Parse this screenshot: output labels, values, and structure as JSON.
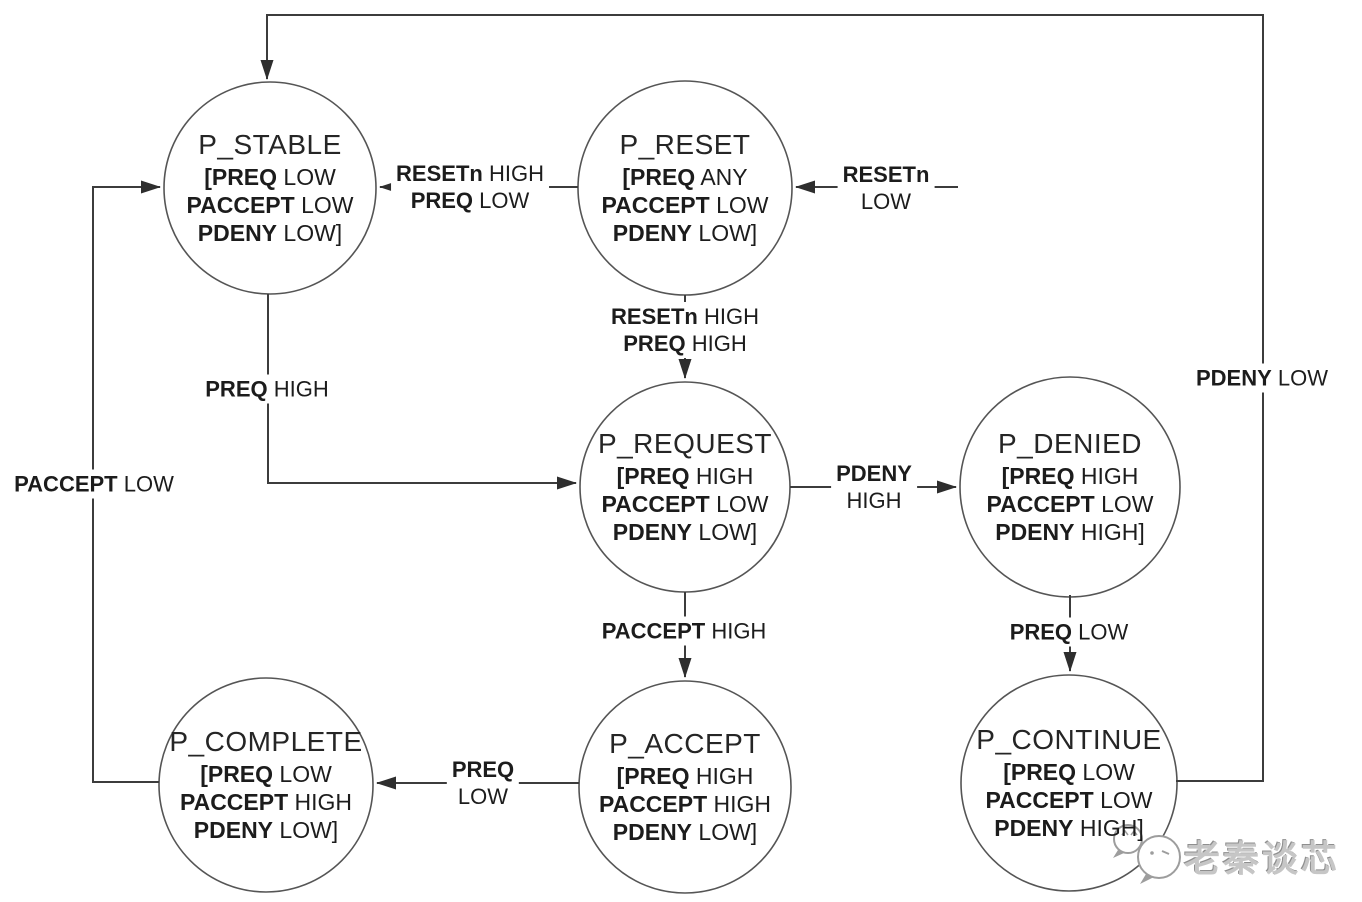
{
  "diagram": {
    "type": "state-machine",
    "description": "P-Channel low-power interface state machine"
  },
  "states": [
    {
      "name": "P_STABLE",
      "attr1_bold": "[PREQ",
      "attr1_rest": "LOW",
      "attr2_bold": "PACCEPT",
      "attr2_rest": "LOW",
      "attr3_bold": "PDENY",
      "attr3_rest": "LOW]"
    },
    {
      "name": "P_RESET",
      "attr1_bold": "[PREQ",
      "attr1_rest": "ANY",
      "attr2_bold": "PACCEPT",
      "attr2_rest": "LOW",
      "attr3_bold": "PDENY",
      "attr3_rest": "LOW]"
    },
    {
      "name": "P_REQUEST",
      "attr1_bold": "[PREQ",
      "attr1_rest": "HIGH",
      "attr2_bold": "PACCEPT",
      "attr2_rest": "LOW",
      "attr3_bold": "PDENY",
      "attr3_rest": "LOW]"
    },
    {
      "name": "P_DENIED",
      "attr1_bold": "[PREQ",
      "attr1_rest": "HIGH",
      "attr2_bold": "PACCEPT",
      "attr2_rest": "LOW",
      "attr3_bold": "PDENY",
      "attr3_rest": "HIGH]"
    },
    {
      "name": "P_COMPLETE",
      "attr1_bold": "[PREQ",
      "attr1_rest": "LOW",
      "attr2_bold": "PACCEPT",
      "attr2_rest": "HIGH",
      "attr3_bold": "PDENY",
      "attr3_rest": "LOW]"
    },
    {
      "name": "P_ACCEPT",
      "attr1_bold": "[PREQ",
      "attr1_rest": "HIGH",
      "attr2_bold": "PACCEPT",
      "attr2_rest": "HIGH",
      "attr3_bold": "PDENY",
      "attr3_rest": "LOW]"
    },
    {
      "name": "P_CONTINUE",
      "attr1_bold": "[PREQ",
      "attr1_rest": "LOW",
      "attr2_bold": "PACCEPT",
      "attr2_rest": "LOW",
      "attr3_bold": "PDENY",
      "attr3_rest": "HIGH]"
    }
  ],
  "transitions": {
    "reset_entry": {
      "line1_bold": "RESETn",
      "line2_rest": "LOW"
    },
    "reset_to_stable": {
      "line1_bold": "RESETn",
      "line1_rest": "HIGH",
      "line2_bold": "PREQ",
      "line2_rest": "LOW"
    },
    "reset_to_request": {
      "line1_bold": "RESETn",
      "line1_rest": "HIGH",
      "line2_bold": "PREQ",
      "line2_rest": "HIGH"
    },
    "stable_to_request": {
      "line1_bold": "PREQ",
      "line1_rest": "HIGH"
    },
    "request_to_denied": {
      "line1_bold": "PDENY",
      "line2_rest": "HIGH"
    },
    "request_to_accept": {
      "line1_bold": "PACCEPT",
      "line1_rest": "HIGH"
    },
    "denied_to_continue": {
      "line1_bold": "PREQ",
      "line1_rest": "LOW"
    },
    "accept_to_complete": {
      "line1_bold": "PREQ",
      "line2_rest": "LOW"
    },
    "complete_to_stable": {
      "line1_bold": "PACCEPT",
      "line1_rest": "LOW"
    },
    "continue_to_stable": {
      "line1_bold": "PDENY",
      "line1_rest": "LOW"
    }
  },
  "watermark": {
    "text": "老秦谈芯"
  },
  "colors": {
    "background": "#ffffff",
    "line": "#3c3c3c",
    "circle_stroke": "#555555",
    "text": "#1c1c1c",
    "watermark": "#c6c6c6"
  }
}
